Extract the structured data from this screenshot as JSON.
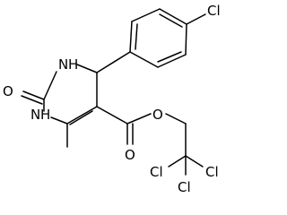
{
  "molecule": {
    "atom_labels": {
      "o_carbonyl_ring": "O",
      "nh_top": "N",
      "h_top": "H",
      "nh_bottom": "N",
      "h_bottom": "H",
      "cl_aryl": "Cl",
      "o_ester_carbonyl": "O",
      "o_ester_ether": "O",
      "cl_1": "Cl",
      "cl_2": "Cl",
      "cl_3": "Cl"
    }
  }
}
